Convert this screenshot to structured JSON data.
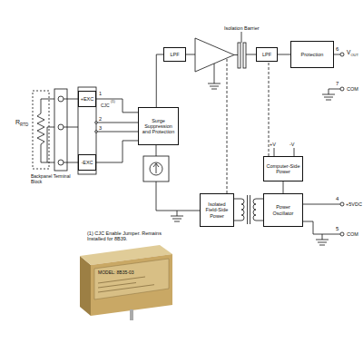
{
  "diagram": {
    "nodes": [
      {
        "text": [
          "LPF"
        ]
      },
      {
        "text": [
          "LPF"
        ]
      },
      {
        "text": [
          "Protection"
        ]
      },
      {
        "text": [
          "+EXC"
        ]
      },
      {
        "text": [
          "Surge Suppression and Protection"
        ]
      },
      {
        "text": [
          "-EXC"
        ]
      },
      {
        "text": [
          "Computer-Side Power"
        ]
      },
      {
        "text": [
          "Isolated Field-Side Power"
        ]
      },
      {
        "text": [
          "Power Oscillator"
        ]
      }
    ],
    "edges": [
      {
        "from": 4,
        "to": 0,
        "arrow": "none"
      },
      {
        "from": 1,
        "to": 2,
        "arrow": "none"
      },
      {
        "from": 3,
        "to": 4,
        "arrow": "none"
      },
      {
        "from": 5,
        "to": 4,
        "arrow": "none"
      },
      {
        "from": 8,
        "to": 6,
        "arrow": "none"
      }
    ],
    "labels": [
      "Isolation Barrier",
      "6",
      "V",
      "OUT",
      "7",
      "COM",
      "R",
      "RTD",
      "1",
      "CJC",
      "(1)",
      "2",
      "3",
      "+V",
      "-V",
      "4",
      "+5VDC",
      "5",
      "COM",
      "Backpanel Terminal Block",
      "(1) CJC Enable Jumper. Remains Installed for 8B39.",
      "MODEL: 8B35-03"
    ]
  }
}
